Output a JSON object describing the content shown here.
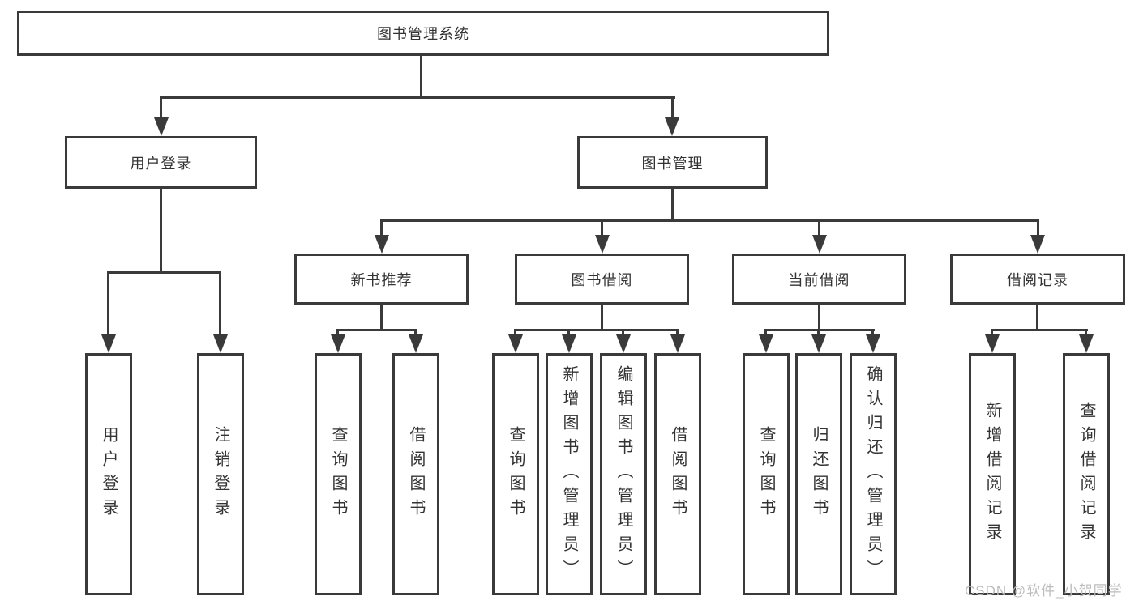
{
  "diagram": {
    "watermark": "CSDN @软件_小贺同学",
    "colors": {
      "line": "#3a3a3a",
      "box_border": "#3a3a3a",
      "text": "#333333",
      "watermark": "#bcbcbc",
      "background": "#ffffff"
    },
    "nodes": {
      "root": "图书管理系统",
      "user_login": "用户登录",
      "book_management": "图书管理",
      "new_book_recommend": "新书推荐",
      "book_borrow": "图书借阅",
      "current_borrow": "当前借阅",
      "borrow_records": "借阅记录",
      "leaf_user_login": "用户登录",
      "leaf_logout": "注销登录",
      "leaf_query_book_rec": "查询图书",
      "leaf_borrow_book_rec": "借阅图书",
      "leaf_query_book_borrow": "查询图书",
      "leaf_add_book_admin": "新增图书（管理员）",
      "leaf_edit_book_admin": "编辑图书（管理员）",
      "leaf_borrow_book_borrow": "借阅图书",
      "leaf_query_book_current": "查询图书",
      "leaf_return_book": "归还图书",
      "leaf_confirm_return_admin": "确认归还（管理员）",
      "leaf_add_borrow_record": "新增借阅记录",
      "leaf_query_borrow_record": "查询借阅记录"
    }
  }
}
